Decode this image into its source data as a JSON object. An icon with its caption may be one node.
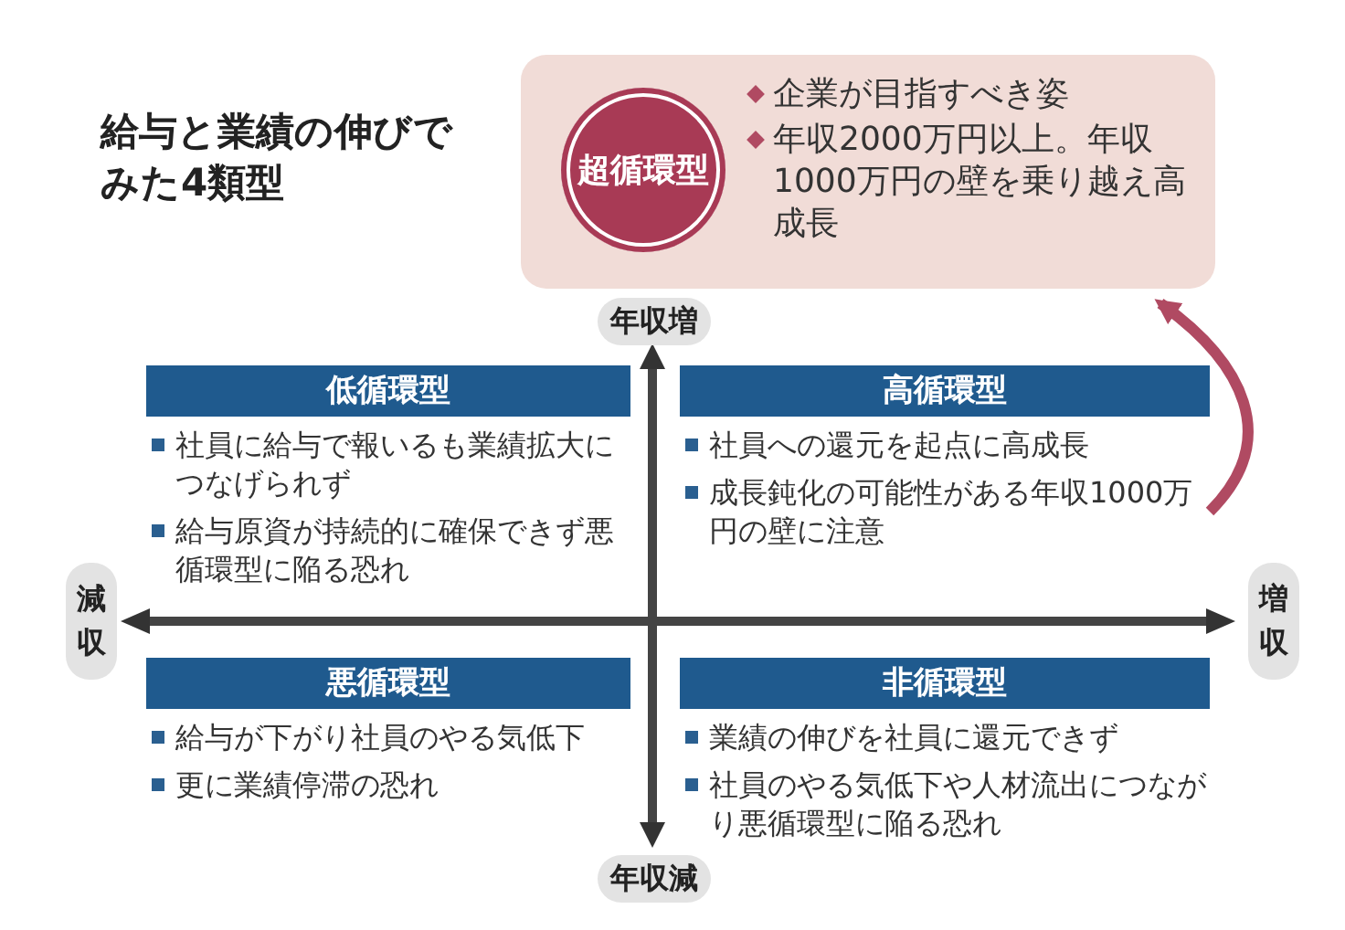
{
  "diagram": {
    "title": "給与と業績の伸びでみた4類型",
    "nodes": [
      {
        "text": [
          "企業が目指すべき姿",
          "年収2000万円以上。年収1000万円の壁を乗り越え高成長"
        ]
      },
      {
        "text": [
          "超循環型"
        ],
        "in": 0
      },
      {
        "text": [
          "低循環型",
          "社員に給与で報いるも業績拡大につなげられず",
          "給与原資が持続的に確保できず悪循環型に陥る恐れ"
        ]
      },
      {
        "text": [
          "高循環型",
          "社員への還元を起点に高成長",
          "成長鈍化の可能性がある年収1000万円の壁に注意"
        ]
      },
      {
        "text": [
          "悪循環型",
          "給与が下がり社員のやる気低下",
          "更に業績停滞の恐れ"
        ]
      },
      {
        "text": [
          "非循環型",
          "業績の伸びを社員に還元できず",
          "社員のやる気低下や人材流出につながり悪循環型に陥る恐れ"
        ]
      }
    ],
    "edges": [
      {
        "from": 3,
        "to": 0,
        "arrow": "to"
      }
    ],
    "labels": [
      "年収増",
      "減収",
      "増収",
      "年収減"
    ]
  }
}
